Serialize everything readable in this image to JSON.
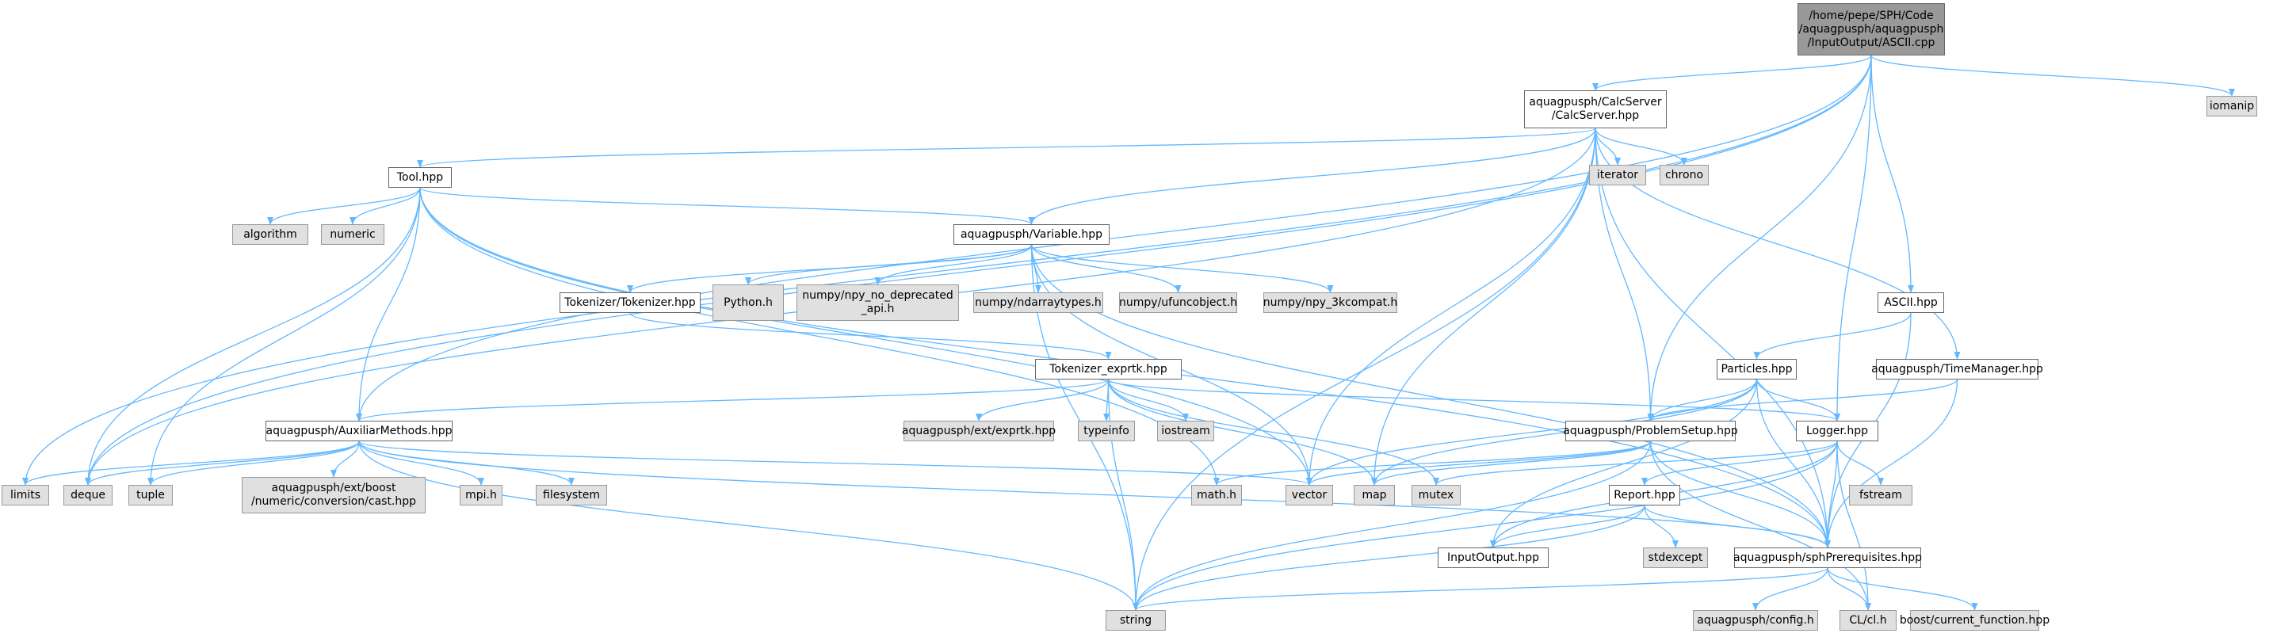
{
  "colors": {
    "edge": "#63b8ff",
    "root_fill": "#999999",
    "sys_fill": "#e0e0e0",
    "file_fill": "#ffffff",
    "border": "#666666"
  },
  "nodes": {
    "root": {
      "lines": [
        "/home/pepe/SPH/Code",
        "/aquagpusph/aquagpusph",
        "/InputOutput/ASCII.cpp"
      ]
    },
    "calcserver": {
      "lines": [
        "aquagpusph/CalcServer",
        "/CalcServer.hpp"
      ]
    },
    "iomanip": {
      "lines": [
        "iomanip"
      ]
    },
    "tool": {
      "lines": [
        "Tool.hpp"
      ]
    },
    "iterator": {
      "lines": [
        "iterator"
      ]
    },
    "chrono": {
      "lines": [
        "chrono"
      ]
    },
    "algorithm": {
      "lines": [
        "algorithm"
      ]
    },
    "numeric": {
      "lines": [
        "numeric"
      ]
    },
    "variable": {
      "lines": [
        "aquagpusph/Variable.hpp"
      ]
    },
    "tokenizer": {
      "lines": [
        "Tokenizer/Tokenizer.hpp"
      ]
    },
    "python": {
      "lines": [
        "Python.h"
      ]
    },
    "npy_nodep": {
      "lines": [
        "numpy/npy_no_deprecated",
        "_api.h"
      ]
    },
    "ndarraytypes": {
      "lines": [
        "numpy/ndarraytypes.h"
      ]
    },
    "ufuncobject": {
      "lines": [
        "numpy/ufuncobject.h"
      ]
    },
    "npy3k": {
      "lines": [
        "numpy/npy_3kcompat.h"
      ]
    },
    "ascii": {
      "lines": [
        "ASCII.hpp"
      ]
    },
    "particles": {
      "lines": [
        "Particles.hpp"
      ]
    },
    "timemanager": {
      "lines": [
        "aquagpusph/TimeManager.hpp"
      ]
    },
    "exprtk": {
      "lines": [
        "Tokenizer_exprtk.hpp"
      ]
    },
    "auxiliar": {
      "lines": [
        "aquagpusph/AuxiliarMethods.hpp"
      ]
    },
    "extexprtk": {
      "lines": [
        "aquagpusph/ext/exprtk.hpp"
      ]
    },
    "typeinfo": {
      "lines": [
        "typeinfo"
      ]
    },
    "iostream": {
      "lines": [
        "iostream"
      ]
    },
    "problemsetup": {
      "lines": [
        "aquagpusph/ProblemSetup.hpp"
      ]
    },
    "logger": {
      "lines": [
        "Logger.hpp"
      ]
    },
    "limits": {
      "lines": [
        "limits"
      ]
    },
    "deque": {
      "lines": [
        "deque"
      ]
    },
    "tuple": {
      "lines": [
        "tuple"
      ]
    },
    "boostcast": {
      "lines": [
        "aquagpusph/ext/boost",
        "/numeric/conversion/cast.hpp"
      ]
    },
    "mpi": {
      "lines": [
        "mpi.h"
      ]
    },
    "filesystem": {
      "lines": [
        "filesystem"
      ]
    },
    "mathh": {
      "lines": [
        "math.h"
      ]
    },
    "vector": {
      "lines": [
        "vector"
      ]
    },
    "map": {
      "lines": [
        "map"
      ]
    },
    "mutex": {
      "lines": [
        "mutex"
      ]
    },
    "fstream": {
      "lines": [
        "fstream"
      ]
    },
    "report": {
      "lines": [
        "Report.hpp"
      ]
    },
    "stdexcept": {
      "lines": [
        "stdexcept"
      ]
    },
    "inputoutput": {
      "lines": [
        "InputOutput.hpp"
      ]
    },
    "sphprereq": {
      "lines": [
        "aquagpusph/sphPrerequisites.hpp"
      ]
    },
    "string": {
      "lines": [
        "string"
      ]
    },
    "config": {
      "lines": [
        "aquagpusph/config.h"
      ]
    },
    "clh": {
      "lines": [
        "CL/cl.h"
      ]
    },
    "boostfunc": {
      "lines": [
        "boost/current_function.hpp"
      ]
    }
  }
}
